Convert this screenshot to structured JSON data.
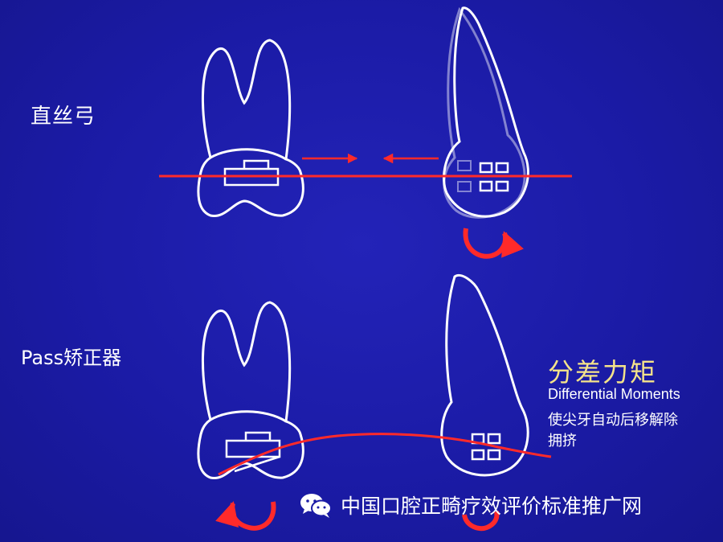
{
  "labels": {
    "straight_wire": "直丝弓",
    "pass_appliance": "Pass矫正器"
  },
  "annotation": {
    "title_cn": "分差力矩",
    "title_en": "Differential Moments",
    "desc_line1": "使尖牙自动后移解除",
    "desc_line2": "拥挤"
  },
  "watermark": {
    "text": "中国口腔正畸疗效评价标准推广网",
    "icon": "wechat-icon"
  },
  "colors": {
    "background": "#1b1ba6",
    "tooth_outline": "#ffffff",
    "wire": "#ff2a2a",
    "title_cn": "#f4e38a"
  }
}
